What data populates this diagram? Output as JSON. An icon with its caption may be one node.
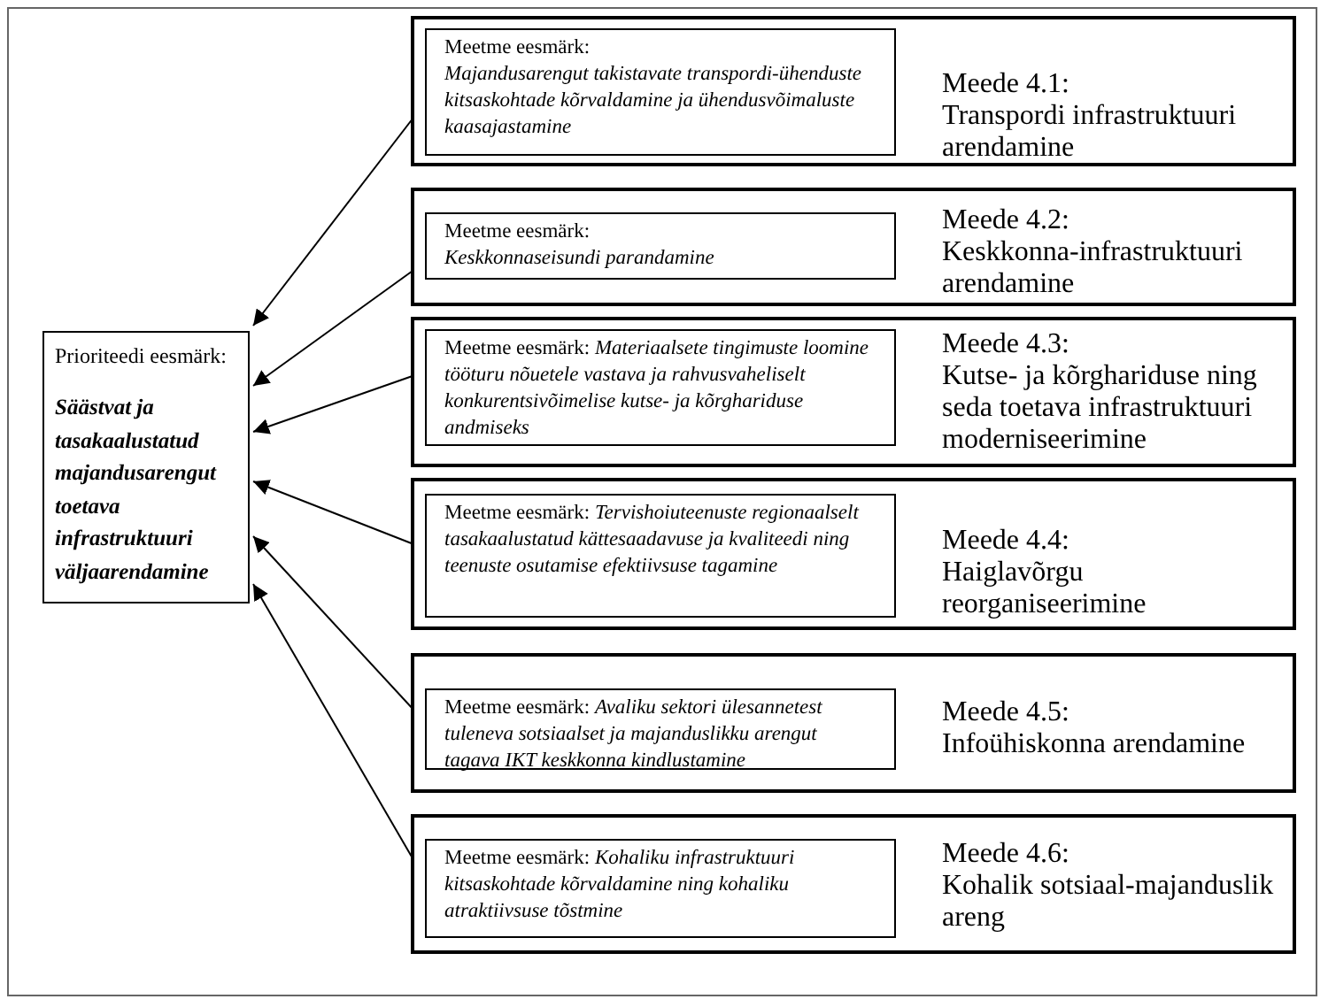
{
  "diagram": {
    "nodes": [
      {
        "text": [
          "Prioriteedi eesmärk:",
          "Säästvat ja tasakaalustatud majandusarengut toetava infrastruktuuri väljaarendamine"
        ]
      },
      {
        "text": [
          "Meede 4.1:",
          "Transpordi infrastruktuuri arendamine"
        ]
      },
      {
        "text": [
          "Meetme eesmärk:",
          "Majandusarengut takistavate transpordi-ühenduste kitsaskohtade kõrvaldamine ja ühendusvõimaluste kaasajastamine"
        ],
        "in": 1
      },
      {
        "text": [
          "Meede 4.2:",
          "Keskkonna-infrastruktuuri arendamine"
        ]
      },
      {
        "text": [
          "Meetme eesmärk:",
          "Keskkonnaseisundi parandamine"
        ],
        "in": 3
      },
      {
        "text": [
          "Meede 4.3:",
          "Kutse- ja kõrghariduse ning seda toetava infrastruktuuri moderniseerimine"
        ]
      },
      {
        "text": [
          "Meetme eesmärk: *Materiaalsete tingimuste loomine tööturu nõuetele vastava ja rahvusvaheliselt konkurentsivõimelise kutse- ja kõrghariduse andmiseks*"
        ],
        "in": 5
      },
      {
        "text": [
          "Meede 4.4:",
          "Haiglavõrgu reorganiseerimine"
        ]
      },
      {
        "text": [
          "Meetme eesmärk: *Tervishoiuteenuste regionaalselt tasakaalustatud kättesaadavuse ja kvaliteedi ning teenuste osutamise efektiivsuse tagamine*"
        ],
        "in": 7
      },
      {
        "text": [
          "Meede 4.5:",
          "Infoühiskonna arendamine"
        ]
      },
      {
        "text": [
          "Meetme eesmärk: *Avaliku sektori ülesannetest tuleneva sotsiaalset ja majanduslikku arengut tagava IKT keskkonna kindlustamine*"
        ],
        "in": 9
      },
      {
        "text": [
          "Meede 4.6:",
          "Kohalik sotsiaal-majanduslik areng"
        ]
      },
      {
        "text": [
          "Meetme eesmärk: *Kohaliku infrastruktuuri kitsaskohtade kõrvaldamine ning kohaliku atraktiivsuse tõstmine*"
        ],
        "in": 11
      }
    ],
    "edges": [
      {
        "from": 2,
        "to": 0,
        "arrow": "to"
      },
      {
        "from": 4,
        "to": 0,
        "arrow": "to"
      },
      {
        "from": 6,
        "to": 0,
        "arrow": "to"
      },
      {
        "from": 8,
        "to": 0,
        "arrow": "to"
      },
      {
        "from": 10,
        "to": 0,
        "arrow": "to"
      },
      {
        "from": 12,
        "to": 0,
        "arrow": "to"
      }
    ]
  }
}
